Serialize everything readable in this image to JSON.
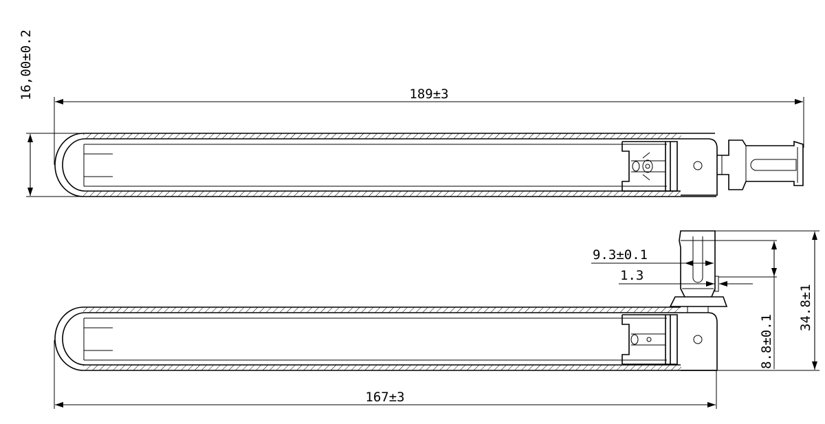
{
  "dimensions": {
    "top_length": "189±3",
    "top_height": "16,00±0.2",
    "bottom_length": "167±3",
    "connector_width": "9.3±0.1",
    "pin_offset": "1.3",
    "connector_depth": "8.8±0.1",
    "total_height": "34.8±1"
  },
  "colors": {
    "line": "#000000",
    "background": "#ffffff"
  }
}
